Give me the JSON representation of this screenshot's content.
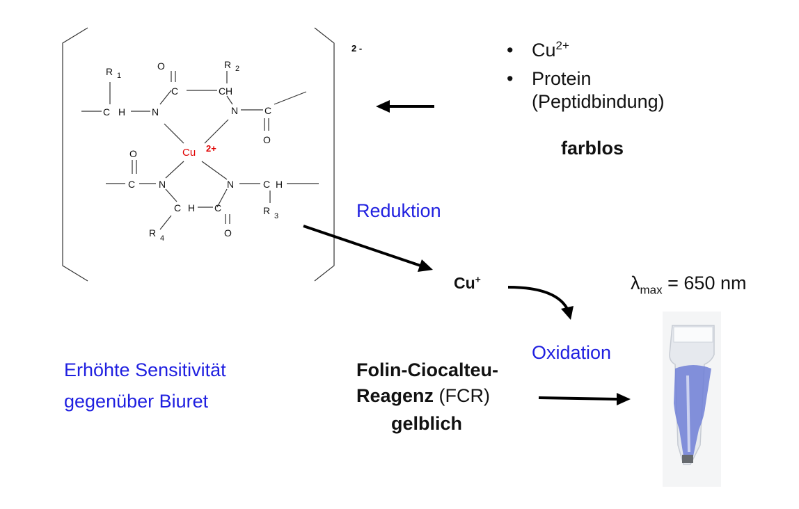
{
  "complex": {
    "charge": "2 -",
    "metal": "Cu",
    "metal_charge": "2+",
    "atoms": {
      "O": "O",
      "C": "C",
      "H": "H",
      "N": "N",
      "R": "R",
      "r1": "1",
      "r2": "2",
      "r3": "3",
      "r4": "4"
    }
  },
  "reactants": {
    "items": [
      "Cu",
      "Protein",
      "(Peptidbindung)"
    ],
    "cu_superscript": "2+",
    "color_label": "farblos"
  },
  "reduction_label": "Reduktion",
  "cu_plus": {
    "symbol": "Cu",
    "superscript": "+"
  },
  "oxidation_label": "Oxidation",
  "lambda": {
    "symbol": "λ",
    "subscript": "max",
    "value": "= 650 nm"
  },
  "sensitivity": {
    "line1": "Erhöhte Sensitivität",
    "line2": "gegenüber Biuret"
  },
  "reagent": {
    "line1": "Folin-Ciocalteu-",
    "line2_bold": "Reagenz",
    "line2_rest": " (FCR)",
    "color_label": "gelblich"
  },
  "colors": {
    "accent_blue": "#1f1fe0",
    "cu_red": "#e00000",
    "cuvette_blue": "#6f7fd6"
  }
}
